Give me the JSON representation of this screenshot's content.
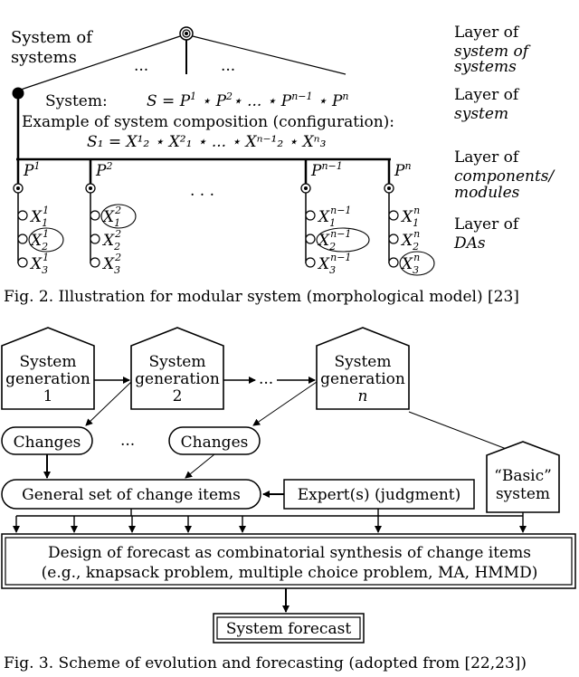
{
  "fig2": {
    "top_label_line1": "System of",
    "top_label_line2": "systems",
    "ellipsis_a": "...",
    "ellipsis_b": "...",
    "ellipsis_mid": ". . .",
    "system_prefix": "System:",
    "system_formula_S": "S = P",
    "system_formula_dots": "⋆ ... ⋆ P",
    "composition_label": "Example of system composition (configuration):",
    "composition_formula": "S₁ = X¹₂ ⋆ X²₁ ⋆ ... ⋆ Xⁿ⁻¹₂ ⋆ Xⁿ₃",
    "modules": [
      {
        "label": "P",
        "sup": "1"
      },
      {
        "label": "P",
        "sup": "2"
      },
      {
        "label": "P",
        "sup": "n−1"
      },
      {
        "label": "P",
        "sup": "n"
      }
    ],
    "alternatives": {
      "col1": [
        "X",
        "X",
        "X"
      ],
      "col1_sup": "1",
      "col2_sup": "2",
      "col3_sup": "n−1",
      "col4_sup": "n",
      "subs": [
        "1",
        "2",
        "3"
      ]
    },
    "layers": [
      {
        "line1": "Layer of",
        "line2": "system of",
        "line3": "systems"
      },
      {
        "line1": "Layer of",
        "line2": "system",
        "line3": ""
      },
      {
        "line1": "Layer of",
        "line2": "components/",
        "line3": "modules"
      },
      {
        "line1": "Layer of",
        "line2": "DAs",
        "line3": ""
      }
    ],
    "caption": "Fig. 2. Illustration for modular system (morphological model) [23]"
  },
  "fig3": {
    "gen_boxes": [
      {
        "line1": "System",
        "line2": "generation",
        "line3": "1"
      },
      {
        "line1": "System",
        "line2": "generation",
        "line3": "2"
      },
      {
        "line1": "System",
        "line2": "generation",
        "line3": "n"
      }
    ],
    "ellipsis_top": "...",
    "ellipsis_changes": "...",
    "changes_label_1": "Changes",
    "changes_label_2": "Changes",
    "basic_line1": "“Basic”",
    "basic_line2": "system",
    "general_set": "General set of change items",
    "expert": "Expert(s) (judgment)",
    "design_line1": "Design of forecast as combinatorial synthesis of change items",
    "design_line2": "(e.g., knapsack problem, multiple choice problem, MA, HMMD)",
    "forecast": "System forecast",
    "caption": "Fig. 3. Scheme of evolution and forecasting (adopted from [22,23])"
  }
}
